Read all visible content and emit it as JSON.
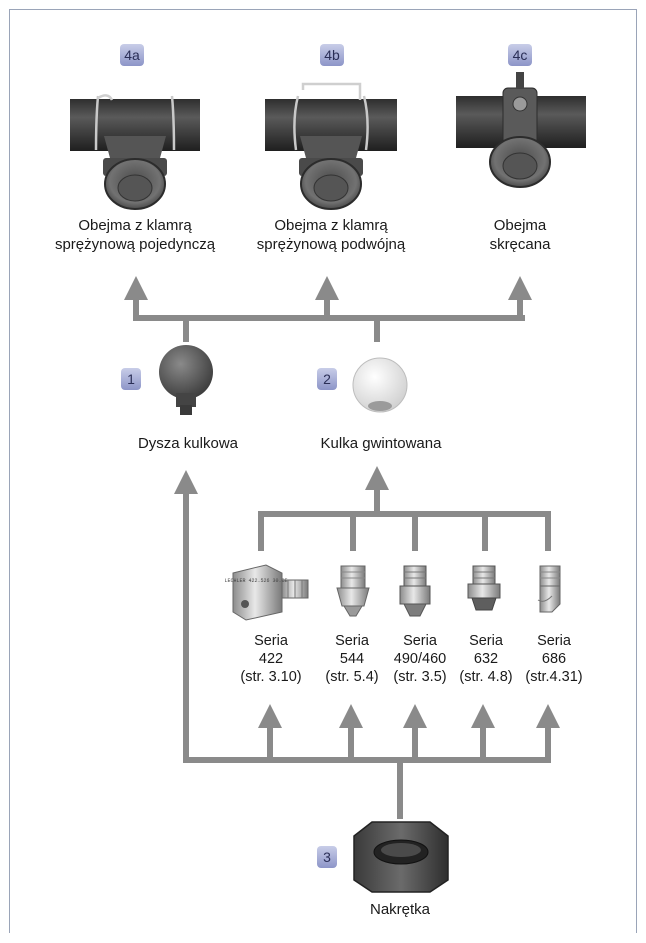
{
  "clamps": {
    "a": {
      "badge": "4a",
      "line1": "Obejma z klamrą",
      "line2": "sprężynową pojedynczą"
    },
    "b": {
      "badge": "4b",
      "line1": "Obejma z klamrą",
      "line2": "sprężynową podwójną"
    },
    "c": {
      "badge": "4c",
      "line1": "Obejma",
      "line2": "skręcana"
    }
  },
  "ball_nozzle": {
    "badge": "1",
    "label": "Dysza kulkowa"
  },
  "threaded_ball": {
    "badge": "2",
    "label": "Kulka gwintowana"
  },
  "nut": {
    "badge": "3",
    "label": "Nakrętka"
  },
  "series": [
    {
      "line1": "Seria",
      "line2": "422",
      "line3": "(str. 3.10)",
      "engraving": "LECHLER 422.526 30.CE"
    },
    {
      "line1": "Seria",
      "line2": "544",
      "line3": "(str. 5.4)"
    },
    {
      "line1": "Seria",
      "line2": "490/460",
      "line3": "(str. 3.5)"
    },
    {
      "line1": "Seria",
      "line2": "632",
      "line3": "(str. 4.8)"
    },
    {
      "line1": "Seria",
      "line2": "686",
      "line3": "(str.4.31)"
    }
  ],
  "colors": {
    "arrow": "#8a8a8a",
    "badge": "#8d95c8",
    "frame": "#9aa4b8"
  }
}
